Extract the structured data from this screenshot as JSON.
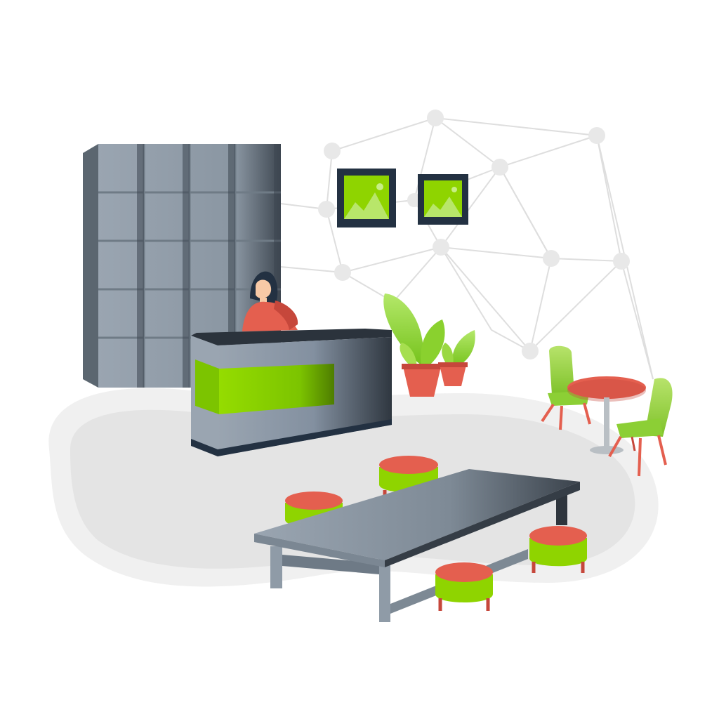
{
  "scene": {
    "type": "illustration",
    "colors": {
      "background": "#ffffff",
      "floor_outer": "#ececec",
      "floor_inner": "#e2e2e2",
      "network_line": "#dcdcdc",
      "network_node": "#e6e6e6",
      "locker": "#8e9aa6",
      "locker_dark": "#4a545e",
      "navy": "#233142",
      "lime": "#8fd400",
      "lime_dark": "#5f9a00",
      "leaf": "#9ddb3a",
      "coral": "#e45f4f",
      "coral_dark": "#c6473b",
      "metal": "#b9bfc4",
      "table": "#8f9ba7",
      "table_dark": "#3e464f"
    },
    "elements": [
      "network-background",
      "locker-cabinet",
      "framed-picture",
      "framed-picture",
      "receptionist",
      "reception-desk",
      "potted-plant",
      "potted-plant",
      "round-cafe-table",
      "cafe-chair",
      "cafe-chair",
      "long-table",
      "stool",
      "stool",
      "stool",
      "stool"
    ]
  }
}
